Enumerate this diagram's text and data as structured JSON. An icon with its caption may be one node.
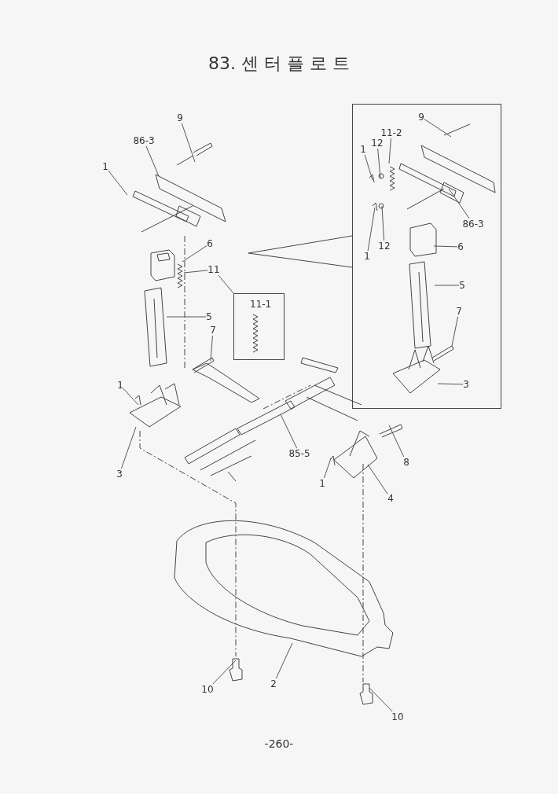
{
  "diagram": {
    "title": "83. 센 터 플 로 트",
    "nodes": [
      {
        "text": [
          "9"
        ]
      },
      {
        "text": [
          "86-3"
        ]
      },
      {
        "text": [],
        "shape": "box"
      },
      {
        "text": [
          "9"
        ],
        "in": 2
      },
      {
        "text": [
          "11-2"
        ],
        "in": 2
      },
      {
        "text": [
          "12"
        ],
        "in": 2
      },
      {
        "text": [
          "1"
        ],
        "in": 2
      },
      {
        "text": [
          "1"
        ]
      },
      {
        "text": [
          "86-3"
        ],
        "in": 2
      },
      {
        "text": [
          "6"
        ]
      },
      {
        "text": [
          "12"
        ],
        "in": 2
      },
      {
        "text": [
          "6"
        ],
        "in": 2
      },
      {
        "text": [
          "1"
        ],
        "in": 2
      },
      {
        "text": [
          "11"
        ]
      },
      {
        "text": [
          "11-1"
        ]
      },
      {
        "text": [
          "5"
        ],
        "in": 2
      },
      {
        "text": [
          "5"
        ]
      },
      {
        "text": [
          "7"
        ],
        "in": 2
      },
      {
        "text": [
          "7"
        ]
      },
      {
        "text": [
          "1"
        ]
      },
      {
        "text": [
          "3"
        ],
        "in": 2
      },
      {
        "text": [
          "85-5"
        ]
      },
      {
        "text": [
          "8"
        ]
      },
      {
        "text": [
          "3"
        ]
      },
      {
        "text": [
          "1"
        ]
      },
      {
        "text": [
          "4"
        ]
      },
      {
        "text": [
          "2"
        ]
      },
      {
        "text": [
          "10"
        ]
      },
      {
        "text": [
          "10"
        ]
      }
    ],
    "edges": [
      {
        "from": 0,
        "to": null,
        "arrow": "none"
      },
      {
        "from": 1,
        "to": null,
        "arrow": "none"
      },
      {
        "from": 3,
        "to": null,
        "arrow": "none"
      },
      {
        "from": 4,
        "to": null,
        "arrow": "none"
      },
      {
        "from": 5,
        "to": null,
        "arrow": "none"
      },
      {
        "from": 6,
        "to": null,
        "arrow": "none"
      },
      {
        "from": 7,
        "to": null,
        "arrow": "none"
      },
      {
        "from": 8,
        "to": null,
        "arrow": "none"
      },
      {
        "from": 9,
        "to": null,
        "arrow": "none"
      },
      {
        "from": 10,
        "to": null,
        "arrow": "none"
      },
      {
        "from": 11,
        "to": null,
        "arrow": "none"
      },
      {
        "from": 12,
        "to": null,
        "arrow": "none"
      },
      {
        "from": 13,
        "to": null,
        "arrow": "none"
      },
      {
        "from": 13,
        "to": 14,
        "arrow": "none"
      },
      {
        "from": 15,
        "to": null,
        "arrow": "none"
      },
      {
        "from": 16,
        "to": null,
        "arrow": "none"
      },
      {
        "from": 17,
        "to": null,
        "arrow": "none"
      },
      {
        "from": 18,
        "to": null,
        "arrow": "none"
      },
      {
        "from": 19,
        "to": null,
        "arrow": "none"
      },
      {
        "from": 20,
        "to": null,
        "arrow": "none"
      },
      {
        "from": 21,
        "to": null,
        "arrow": "none"
      },
      {
        "from": 22,
        "to": null,
        "arrow": "none"
      },
      {
        "from": 23,
        "to": null,
        "arrow": "none"
      },
      {
        "from": 24,
        "to": null,
        "arrow": "none"
      },
      {
        "from": 25,
        "to": null,
        "arrow": "none"
      },
      {
        "from": 26,
        "to": null,
        "arrow": "none"
      },
      {
        "from": 27,
        "to": null,
        "arrow": "none"
      },
      {
        "from": 28,
        "to": null,
        "arrow": "none"
      }
    ],
    "labels": [
      "-260-"
    ]
  }
}
